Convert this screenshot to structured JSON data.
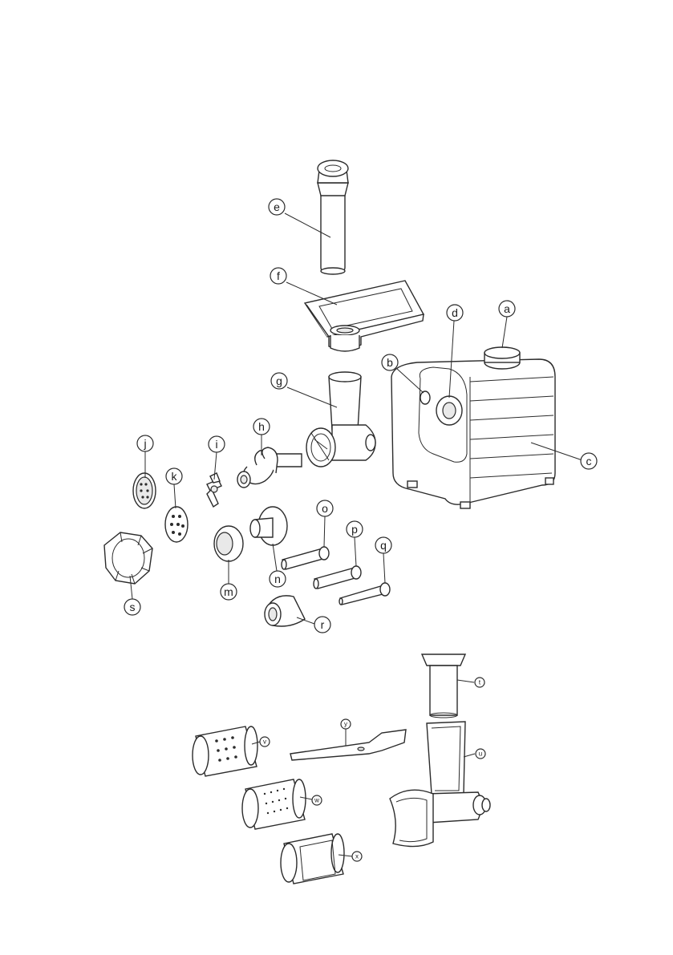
{
  "labels": {
    "a": "a",
    "b": "b",
    "c": "c",
    "d": "d",
    "e": "e",
    "f": "f",
    "g": "g",
    "h": "h",
    "i": "i",
    "j": "j",
    "k": "k",
    "m": "m",
    "n": "n",
    "o": "o",
    "p": "p",
    "q": "q",
    "r": "r",
    "s": "s",
    "t": "t",
    "u": "u",
    "v": "v",
    "w": "w",
    "x": "x",
    "y": "y"
  },
  "colors": {
    "line": "#2b2b2b",
    "background": "#ffffff"
  }
}
